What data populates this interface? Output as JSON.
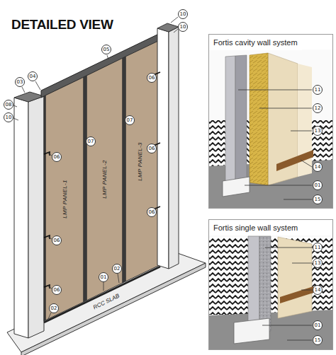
{
  "diagram": {
    "title": "DETAILED VIEW",
    "nodes": [
      {
        "text": [
          "LMP PANEL-1"
        ]
      },
      {
        "text": [
          "LMP PANEL-2"
        ]
      },
      {
        "text": [
          "LMP PANEL-3"
        ]
      },
      {
        "text": [
          "RCC SLAB"
        ]
      },
      {
        "text": [
          "Fortis cavity wall system"
        ]
      },
      {
        "text": [
          "Fortis single wall system"
        ]
      }
    ],
    "labels": [
      "10",
      "10",
      "05",
      "04",
      "03",
      "08",
      "10",
      "06",
      "06",
      "06",
      "07",
      "07",
      "06",
      "06",
      "06",
      "01",
      "02",
      "02",
      "11",
      "12",
      "13",
      "14",
      "01",
      "15",
      "11",
      "13",
      "14",
      "01",
      "15"
    ]
  }
}
